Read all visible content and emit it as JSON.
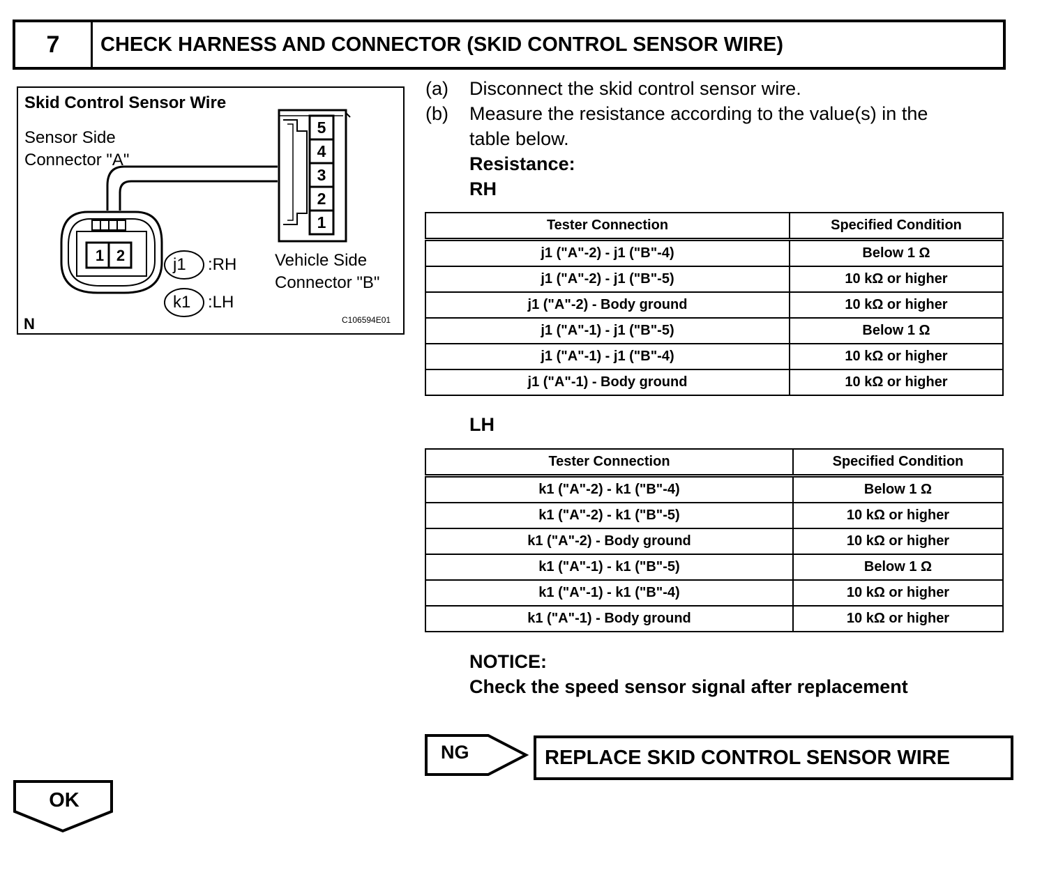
{
  "step": {
    "number": "7",
    "title": "CHECK HARNESS AND CONNECTOR (SKID CONTROL SENSOR WIRE)"
  },
  "figure": {
    "title": "Skid Control Sensor Wire",
    "sensor_side_line1": "Sensor Side",
    "sensor_side_line2": "Connector \"A\"",
    "vehicle_side_line1": "Vehicle Side",
    "vehicle_side_line2": "Connector \"B\"",
    "connector_a_pins": [
      "1",
      "2"
    ],
    "connector_b_pins": [
      "5",
      "4",
      "3",
      "2",
      "1"
    ],
    "legend": [
      {
        "code": "j1",
        "side": ":RH"
      },
      {
        "code": "k1",
        "side": ":LH"
      }
    ],
    "corner_label": "N",
    "figure_id": "C106594E01"
  },
  "instructions": [
    {
      "letter": "(a)",
      "text": "Disconnect the skid control sensor wire."
    },
    {
      "letter": "(b)",
      "text": "Measure the resistance according to the value(s) in the",
      "text_cont": "table below."
    }
  ],
  "resistance_heading": "Resistance:",
  "tables": [
    {
      "heading": "RH",
      "columns": [
        "Tester Connection",
        "Specified Condition"
      ],
      "rows": [
        [
          "j1 (\"A\"-2) - j1 (\"B\"-4)",
          "Below 1 Ω"
        ],
        [
          "j1 (\"A\"-2) - j1 (\"B\"-5)",
          "10 kΩ or higher"
        ],
        [
          "j1 (\"A\"-2) - Body ground",
          "10 kΩ or higher"
        ],
        [
          "j1 (\"A\"-1) - j1 (\"B\"-5)",
          "Below 1 Ω"
        ],
        [
          "j1 (\"A\"-1) - j1 (\"B\"-4)",
          "10 kΩ or higher"
        ],
        [
          "j1 (\"A\"-1) - Body ground",
          "10 kΩ or higher"
        ]
      ]
    },
    {
      "heading": "LH",
      "columns": [
        "Tester Connection",
        "Specified Condition"
      ],
      "rows": [
        [
          "k1 (\"A\"-2) - k1 (\"B\"-4)",
          "Below 1 Ω"
        ],
        [
          "k1 (\"A\"-2) - k1 (\"B\"-5)",
          "10 kΩ or higher"
        ],
        [
          "k1 (\"A\"-2) - Body ground",
          "10 kΩ or higher"
        ],
        [
          "k1 (\"A\"-1) - k1 (\"B\"-5)",
          "Below 1 Ω"
        ],
        [
          "k1 (\"A\"-1) - k1 (\"B\"-4)",
          "10 kΩ or higher"
        ],
        [
          "k1 (\"A\"-1) - Body ground",
          "10 kΩ or higher"
        ]
      ]
    }
  ],
  "notice": {
    "label": "NOTICE:",
    "text": "Check the speed sensor signal after replacement"
  },
  "ng": {
    "label": "NG",
    "action": "REPLACE SKID CONTROL SENSOR WIRE"
  },
  "ok": {
    "label": "OK"
  }
}
